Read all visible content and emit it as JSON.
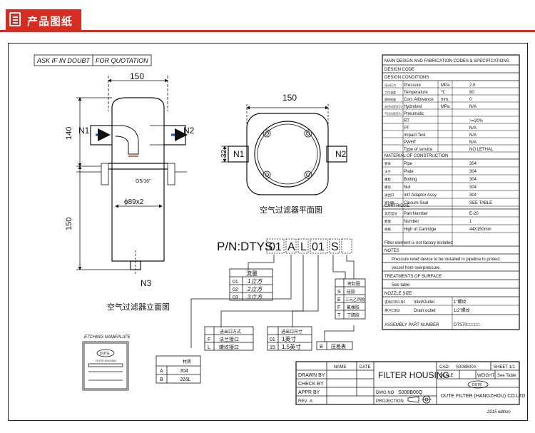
{
  "header": {
    "title": "产品图纸",
    "accent_color": "#d62d20",
    "icon": "document-icon"
  },
  "drawing": {
    "ask_note_a": "ASK IF IN DOUBT",
    "ask_note_b": "FOR QUOTATION",
    "elevation": {
      "width_dim": "150",
      "height_dim_top": "140",
      "height_dim_bottom": "150",
      "inlet": "N1",
      "outlet": "N2",
      "drain": "N3",
      "diameter": "ϕ89x2",
      "thread": "G5/16\"",
      "caption": "空气过滤器立面图"
    },
    "plan": {
      "width_dim": "150",
      "height_dim": "32",
      "inlet": "N1",
      "outlet": "N2",
      "caption": "空气过滤器平面图"
    },
    "part_number": {
      "prefix": "P/N:DTYS",
      "codes": [
        "01",
        "A",
        "L",
        "01",
        "S",
        ""
      ]
    },
    "flow_table": {
      "header": "流量",
      "rows": [
        [
          "01",
          "1立方"
        ],
        [
          "02",
          "2立方"
        ],
        [
          "03",
          "3立方"
        ]
      ]
    },
    "seal_table": {
      "header": "密封圈",
      "rows": [
        [
          "S",
          "硅胶"
        ],
        [
          "E",
          "三元乙丙胶"
        ],
        [
          "F",
          "氟橡胶"
        ],
        [
          "T",
          "丁腈胶"
        ]
      ]
    },
    "conn_table": {
      "header": "进出口方式",
      "rows": [
        [
          "F",
          "法兰接口"
        ],
        [
          "L",
          "螺纹接口"
        ]
      ]
    },
    "size_table": {
      "header": "进出口尺寸",
      "rows": [
        [
          "01",
          "1英寸"
        ],
        [
          "15",
          "1.5英寸"
        ]
      ]
    },
    "drain_table": {
      "rows": [
        [
          "B",
          "压差表"
        ]
      ]
    },
    "material_table": {
      "header": "材质",
      "rows": [
        [
          "A",
          "304"
        ],
        [
          "B",
          "316L"
        ]
      ]
    },
    "nameplate": {
      "title": "ETCHING NAMEPLATE",
      "logo": "DUTE",
      "line": "FILTER HOUSING"
    },
    "spec": {
      "title": "MAIN DESIGN AND FABRICATION CODES & SPECIFICATIONS",
      "design_code": "DESIGN CODE",
      "design_conditions": "DESIGN CONDITIONS",
      "cond_rows": [
        [
          "设计压力",
          "Pressure",
          "MPa",
          "2.0"
        ],
        [
          "工作温度",
          "Temperature",
          "℃",
          "80"
        ],
        [
          "腐蚀裕量",
          "Corr. Allowance",
          "mm.",
          "0"
        ],
        [
          "水压试验压力",
          "Hydrotest",
          "MPa",
          "N/A"
        ],
        [
          "气压试验压力",
          "Pneumatic",
          "",
          ""
        ],
        [
          "",
          "RT",
          "",
          ">=20%"
        ],
        [
          "",
          "PT",
          "",
          "N/A"
        ],
        [
          "",
          "Impact Test",
          "",
          "N/A"
        ],
        [
          "",
          "PWHT",
          "",
          "N/A"
        ],
        [
          "",
          "Type of service",
          "",
          "NO LETHAL"
        ]
      ],
      "material_heading": "MATERIAL OF CONSTRUCTION",
      "material_rows": [
        [
          "管体",
          "Pipe",
          "304"
        ],
        [
          "法兰",
          "Plate",
          "304"
        ],
        [
          "螺栓",
          "Bolting",
          "304"
        ],
        [
          "螺母",
          "Nut",
          "304"
        ],
        [
          "进出口",
          "Int'l Adaptor Assy",
          "304"
        ],
        [
          "密封圈",
          "Closure Seal",
          "SEE TABLE"
        ]
      ],
      "cartridge_heading": "CARTRIDGE",
      "cartridge_rows": [
        [
          "滤芯型号",
          "Part Number",
          "E-20"
        ],
        [
          "数量",
          "Number",
          "1"
        ],
        [
          "规格",
          "High of Cartridge",
          "44X150mm"
        ]
      ],
      "cartridge_note": "Filter element is not factory installed",
      "notes_heading": "NOTES",
      "notes_line1": "Pressure relief device to be installed in pipeline to protect",
      "notes_line2": "vessel from overpressure.",
      "surface_heading": "TREATMENTS OF SURFACE",
      "surface_value": "See table",
      "nozzle_heading": "NOZZLE SIZE",
      "nozzle_rows": [
        [
          "进出口N1,N2",
          "Inlet/Outlet",
          "1\"螺纹"
        ],
        [
          "排污口N3",
          "Drain outlet",
          "1/2\"螺纹"
        ]
      ],
      "assembly_label": "ASSEMBLY PART NUMBER",
      "assembly_value": "DTS70□□□□□"
    },
    "title_block": {
      "name": "NAME",
      "date": "DATE",
      "drawn_by": "DRAWN BY",
      "check_by": "CHECK BY",
      "appr_by": "APPR BY",
      "rev": "REV.",
      "rev_value": "A",
      "product": "FILTER HOUSING",
      "cad_label": "CAD:",
      "cad_value": "S008B00A",
      "sheet": "SHEET 1/1",
      "scale": "SCALE",
      "weight": "WEIGHT",
      "weight_value": "See Table",
      "logo": "DUTE",
      "dwg_label": "DWG.NO",
      "dwg_value": "S008B00Q",
      "projection": "PROJECTION",
      "company": "DUTE FILTER (HANGZHOU) CO.LTD",
      "edition": "2015 edition"
    }
  }
}
